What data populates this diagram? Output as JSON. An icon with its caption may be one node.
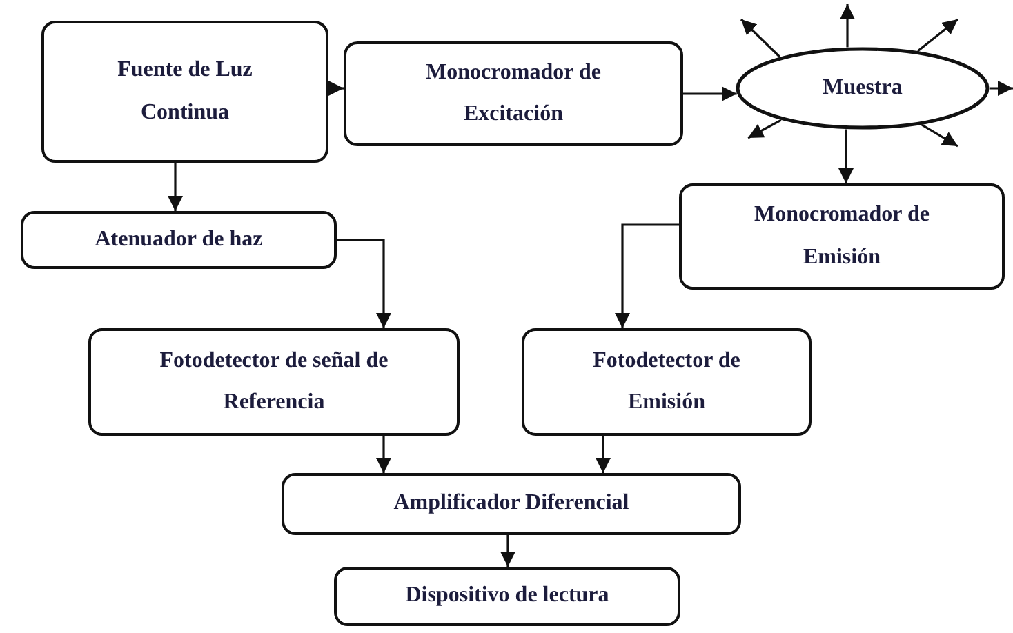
{
  "diagram": {
    "nodes": [
      {
        "text": [
          "Fuente de Luz Continua"
        ]
      },
      {
        "text": [
          "Monocromador de Excitación"
        ]
      },
      {
        "text": [
          "Muestra"
        ]
      },
      {
        "text": [
          "Atenuador de haz"
        ]
      },
      {
        "text": [
          "Monocromador de Emisión"
        ]
      },
      {
        "text": [
          "Fotodetector de señal de Referencia"
        ]
      },
      {
        "text": [
          "Fotodetector de Emisión"
        ]
      },
      {
        "text": [
          "Amplificador Diferencial"
        ]
      },
      {
        "text": [
          "Dispositivo de lectura"
        ]
      }
    ],
    "edges": [
      {
        "from": 0,
        "to": 1,
        "arrow": "to"
      },
      {
        "from": 1,
        "to": 2,
        "arrow": "to"
      },
      {
        "from": 2,
        "to": null,
        "arrow": "to"
      },
      {
        "from": 2,
        "to": null,
        "arrow": "to"
      },
      {
        "from": 2,
        "to": null,
        "arrow": "to"
      },
      {
        "from": 2,
        "to": null,
        "arrow": "to"
      },
      {
        "from": 2,
        "to": null,
        "arrow": "to"
      },
      {
        "from": 2,
        "to": null,
        "arrow": "to"
      },
      {
        "from": 2,
        "to": 4,
        "arrow": "to"
      },
      {
        "from": 0,
        "to": 3,
        "arrow": "to"
      },
      {
        "from": 3,
        "to": 5,
        "arrow": "to"
      },
      {
        "from": 4,
        "to": 6,
        "arrow": "to"
      },
      {
        "from": 5,
        "to": 7,
        "arrow": "to"
      },
      {
        "from": 6,
        "to": 7,
        "arrow": "to"
      },
      {
        "from": 7,
        "to": 8,
        "arrow": "to"
      }
    ]
  }
}
